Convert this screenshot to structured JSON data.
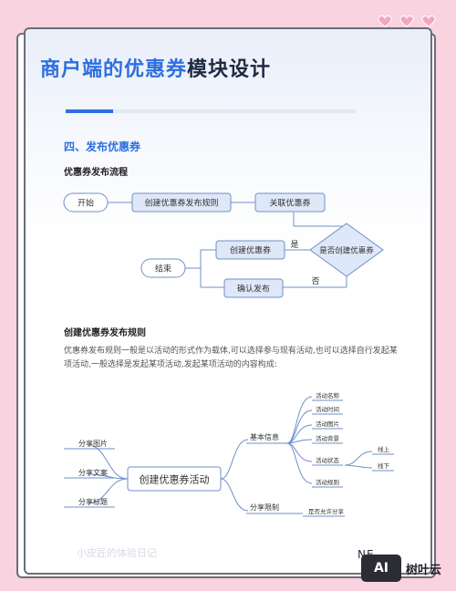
{
  "document": {
    "title_highlight": "商户端的优惠券",
    "title_rest": "模块设计",
    "section_heading": "四、发布优惠券",
    "sub_heading_flow": "优惠券发布流程",
    "sub_heading_rules": "创建优惠券发布规则",
    "rules_paragraph": "优惠券发布规则一般是以活动的形式作为载体,可以选择参与现有活动,也可以选择自行发起某项活动,一般选择是发起某项活动,发起某项活动的内容构成:"
  },
  "flowchart": {
    "start": "开始",
    "create_rule": "创建优惠券发布规则",
    "link_coupon": "关联优惠券",
    "decision": "是否创建优惠券",
    "create_coupon": "创建优惠券",
    "yes_label": "是",
    "no_label": "否",
    "confirm_publish": "确认发布",
    "end": "结束"
  },
  "mindmap": {
    "center": "创建优惠券活动",
    "left_items": [
      "分享图片",
      "分享文案",
      "分享标题"
    ],
    "basic_info": "基本信息",
    "basic_items": [
      "活动名称",
      "活动时间",
      "活动图片",
      "活动背景",
      "活动状态",
      "活动规则"
    ],
    "status_items": [
      "线上",
      "线下"
    ],
    "share_limit": "分享限制",
    "share_limit_item": "是否允许分享"
  },
  "footer": {
    "watermark": "小皮匠的体验日记",
    "next": "NE",
    "logo_mark": "AI",
    "logo_name": "树叶云"
  },
  "colors": {
    "accent": "#2d6fe0",
    "node_fill": "#dfe8f8",
    "node_stroke": "#6f8fc9",
    "background": "#f9d3df"
  }
}
